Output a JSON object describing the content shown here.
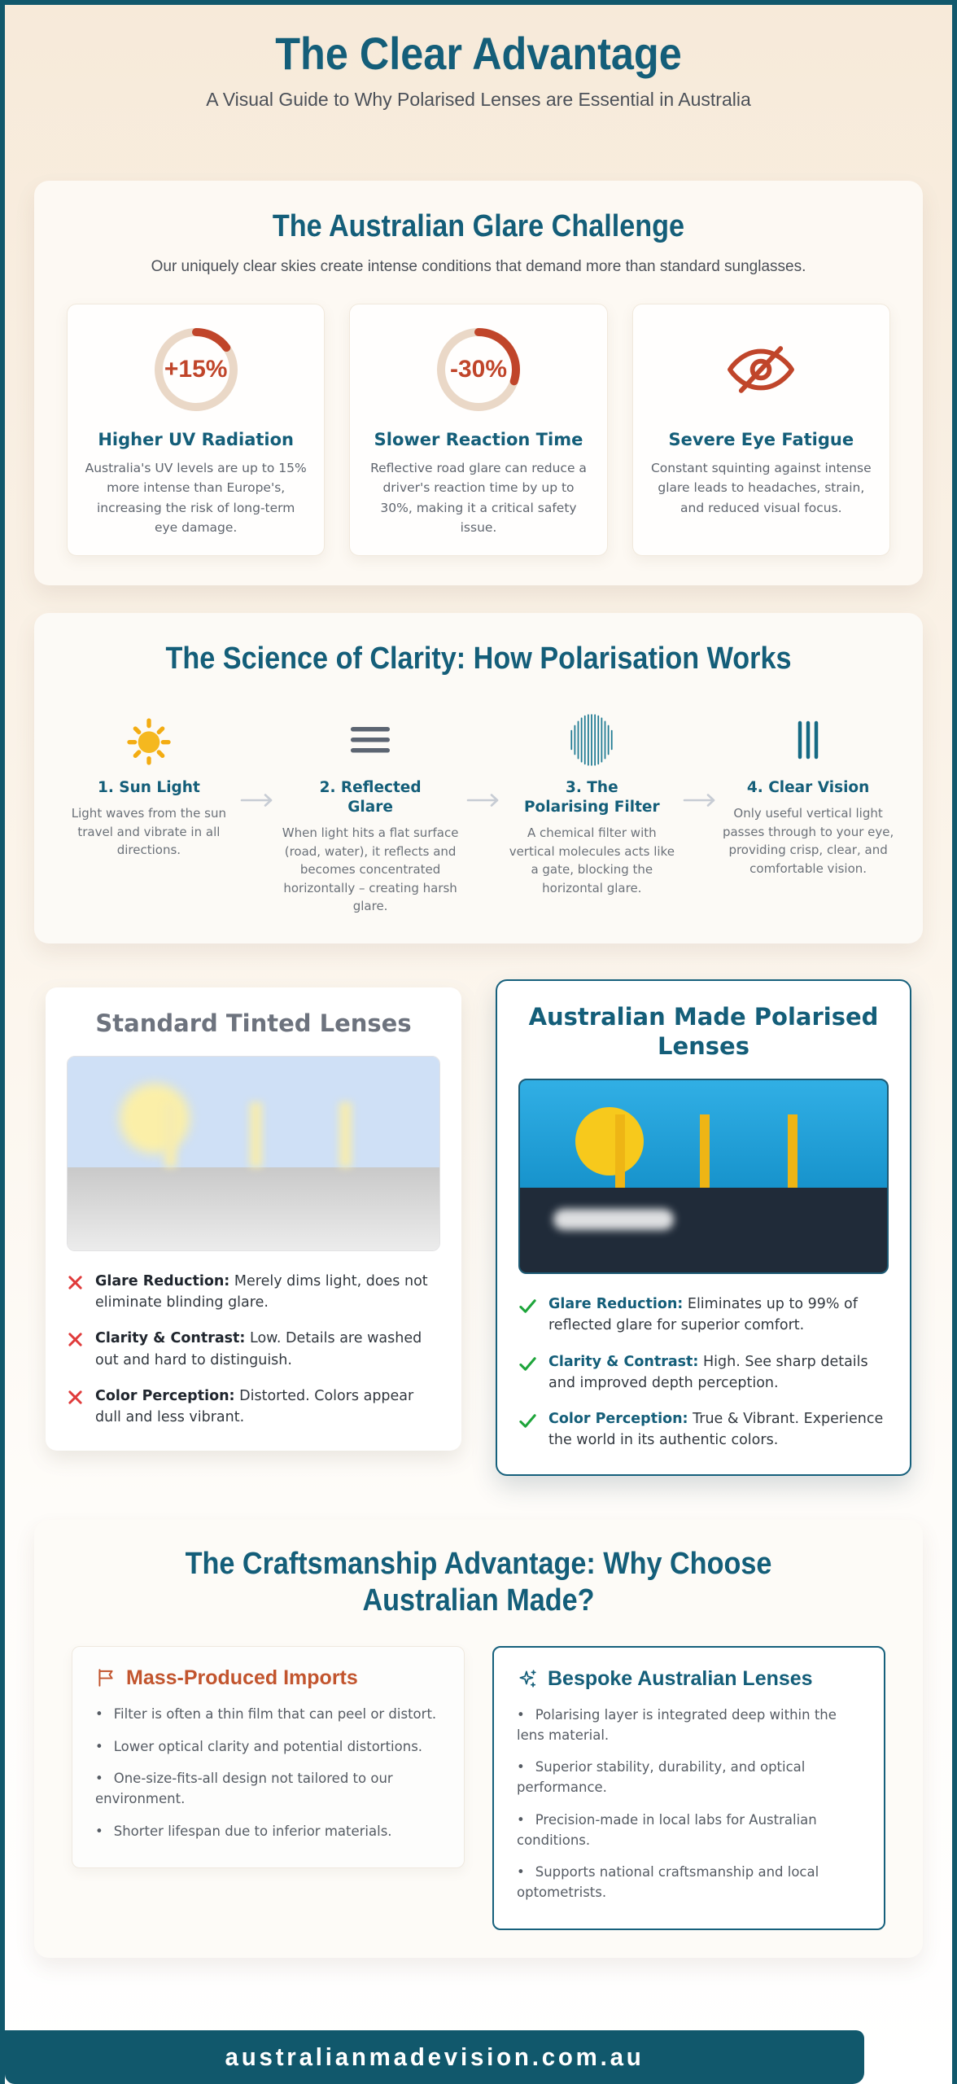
{
  "header": {
    "title": "The Clear Advantage",
    "subtitle": "A Visual Guide to Why Polarised Lenses are Essential in Australia"
  },
  "glare": {
    "heading": "The Australian Glare Challenge",
    "subheading": "Our uniquely clear skies create intense conditions that demand more than standard sunglasses.",
    "stats": [
      {
        "icon": "donut-gauge-icon",
        "value": "+15%",
        "pct": 15,
        "title": "Higher UV Radiation",
        "text": "Australia's UV levels are up to 15% more intense than Europe's, increasing the risk of long-term eye damage."
      },
      {
        "icon": "donut-gauge-icon",
        "value": "-30%",
        "pct": 30,
        "title": "Slower Reaction Time",
        "text": "Reflective road glare can reduce a driver's reaction time by up to 30%, making it a critical safety issue."
      },
      {
        "icon": "eye-slash-icon",
        "title": "Severe Eye Fatigue",
        "text": "Constant squinting against intense glare leads to headaches, strain, and reduced visual focus."
      }
    ]
  },
  "science": {
    "heading": "The Science of Clarity: How Polarisation Works",
    "steps": [
      {
        "icon": "sun-icon",
        "title": "1. Sun Light",
        "text": "Light waves from the sun travel and vibrate in all directions."
      },
      {
        "icon": "reflected-glare-lines-icon",
        "title": "2. Reflected Glare",
        "text": "When light hits a flat surface (road, water), it reflects and becomes concentrated horizontally – creating harsh glare."
      },
      {
        "icon": "polarising-filter-icon",
        "title": "3. The Polarising Filter",
        "text": "A chemical filter with vertical molecules acts like a gate, blocking the horizontal glare."
      },
      {
        "icon": "vertical-light-bars-icon",
        "title": "4. Clear Vision",
        "text": "Only useful vertical light passes through to your eye, providing crisp, clear, and comfortable vision."
      }
    ]
  },
  "comparison": {
    "standard": {
      "heading": "Standard Tinted Lenses",
      "points": [
        {
          "label": "Glare Reduction:",
          "text": "Merely dims light, does not eliminate blinding glare."
        },
        {
          "label": "Clarity & Contrast:",
          "text": "Low. Details are washed out and hard to distinguish."
        },
        {
          "label": "Color Perception:",
          "text": "Distorted. Colors appear dull and less vibrant."
        }
      ]
    },
    "polarised": {
      "heading": "Australian Made Polarised Lenses",
      "points": [
        {
          "label": "Glare Reduction:",
          "text": "Eliminates up to 99% of reflected glare for superior comfort."
        },
        {
          "label": "Clarity & Contrast:",
          "text": "High. See sharp details and improved depth perception."
        },
        {
          "label": "Color Perception:",
          "text": "True & Vibrant. Experience the world in its authentic colors."
        }
      ]
    }
  },
  "craftsmanship": {
    "heading": "The Craftsmanship Advantage: Why Choose Australian Made?",
    "imports": {
      "icon": "flag-icon",
      "title": "Mass-Produced Imports",
      "points": [
        "Filter is often a thin film that can peel or distort.",
        "Lower optical clarity and potential distortions.",
        "One-size-fits-all design not tailored to our environment.",
        "Shorter lifespan due to inferior materials."
      ]
    },
    "bespoke": {
      "icon": "sparkles-icon",
      "title": "Bespoke Australian Lenses",
      "points": [
        "Polarising layer is integrated deep within the lens material.",
        "Superior stability, durability, and optical performance.",
        "Precision-made in local labs for Australian conditions.",
        "Supports national craftsmanship and local optometrists."
      ]
    }
  },
  "footer": {
    "url": "australianmadevision.com.au"
  },
  "colors": {
    "frame_teal": "#11586c",
    "heading_teal": "#145e79",
    "rust": "#c0452a",
    "orange_heading": "#c2552e",
    "cross_red": "#e03b3b",
    "check_green": "#1ea53b",
    "donut_ring_tan": "#ead8c7",
    "sun_gold": "#f2b818",
    "sky_blue": "#29a8e0",
    "road_navy": "#202b39"
  },
  "icon_names": [
    "donut-gauge-icon",
    "eye-slash-icon",
    "sun-icon",
    "reflected-glare-lines-icon",
    "polarising-filter-icon",
    "vertical-light-bars-icon",
    "arrow-right-icon",
    "cross-icon",
    "check-icon",
    "flag-icon",
    "sparkles-icon"
  ]
}
